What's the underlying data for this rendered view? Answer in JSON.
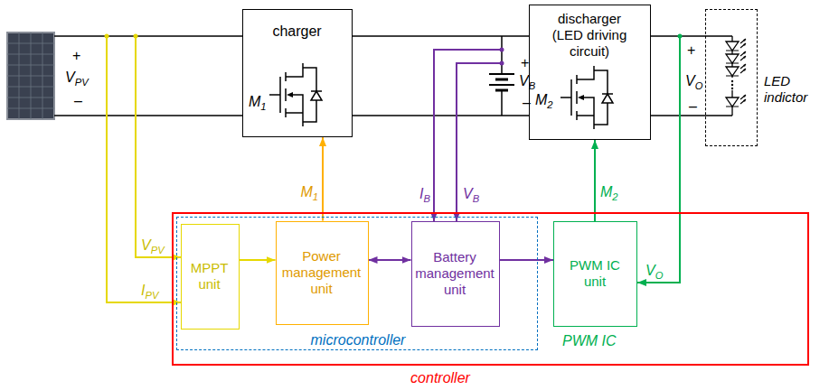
{
  "diagram": {
    "nodes": [
      {
        "text": [
          "charger",
          "M1"
        ]
      },
      {
        "text": [
          "discharger (LED driving circuit)",
          "M2"
        ]
      },
      {
        "text": [
          "LED indictor"
        ]
      },
      {
        "text": [
          "controller"
        ]
      },
      {
        "text": [
          "microcontroller"
        ],
        "in": 3
      },
      {
        "text": [
          "MPPT unit"
        ],
        "in": 4
      },
      {
        "text": [
          "Power management unit"
        ],
        "in": 4
      },
      {
        "text": [
          "Battery management unit"
        ],
        "in": 4
      },
      {
        "text": [
          "PWM IC unit"
        ],
        "in": 3
      }
    ],
    "edges": [
      {
        "from": 5,
        "to": 6,
        "arrow": "to"
      },
      {
        "from": 6,
        "to": 7,
        "arrow": "both"
      },
      {
        "from": 7,
        "to": 8,
        "arrow": "to"
      },
      {
        "from": 6,
        "to": 0,
        "arrow": "to",
        "label": "M1"
      },
      {
        "from": 8,
        "to": 1,
        "arrow": "to",
        "label": "M2"
      }
    ],
    "labels": [
      "+",
      "VPV",
      "–",
      "+",
      "VB",
      "–",
      "+",
      "VO",
      "–",
      "IB",
      "VB",
      "VPV",
      "IPV",
      "VO",
      "PWM IC"
    ]
  }
}
